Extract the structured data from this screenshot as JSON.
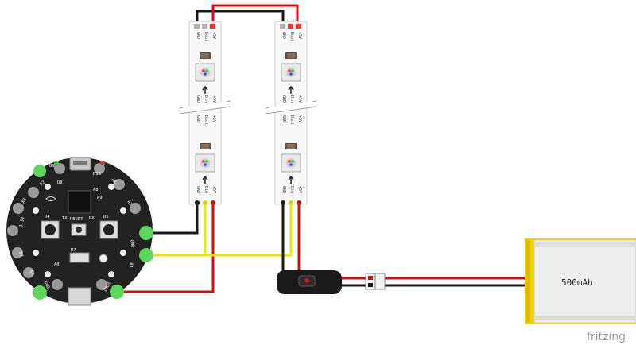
{
  "board": {
    "pad_labels": {
      "gnd_right": "GND",
      "vout": "VOUT",
      "gnd_bottom": "GND",
      "vbatt": "3.3V",
      "a1": "A1",
      "a2": "A2",
      "a3": "A3",
      "a4": "A4",
      "a5": "A5",
      "a6": "A6",
      "a7": "A7"
    },
    "labels": {
      "reset": "RESET",
      "tx": "TX",
      "rx": "RX",
      "d4": "D4",
      "d5": "D5",
      "d13": "D13",
      "d7": "D7",
      "d8": "D8",
      "a8": "A8",
      "a9": "A9",
      "a0": "A0",
      "on": "ON"
    }
  },
  "strips": {
    "pin_gnd": "GND",
    "pin_dout": "Dout",
    "pin_din": "Din",
    "pin_5v": "+5V"
  },
  "battery": {
    "label": "500mAh"
  },
  "watermark": "fritzing",
  "colors": {
    "wire_black": "#1a1a1a",
    "wire_red": "#cc1111",
    "wire_yellow": "#e8e800",
    "strip_fill": "#f8f8f8",
    "battery_yellow": "#f5d000",
    "board_black": "#222222",
    "pad_green": "#5cd65c"
  }
}
